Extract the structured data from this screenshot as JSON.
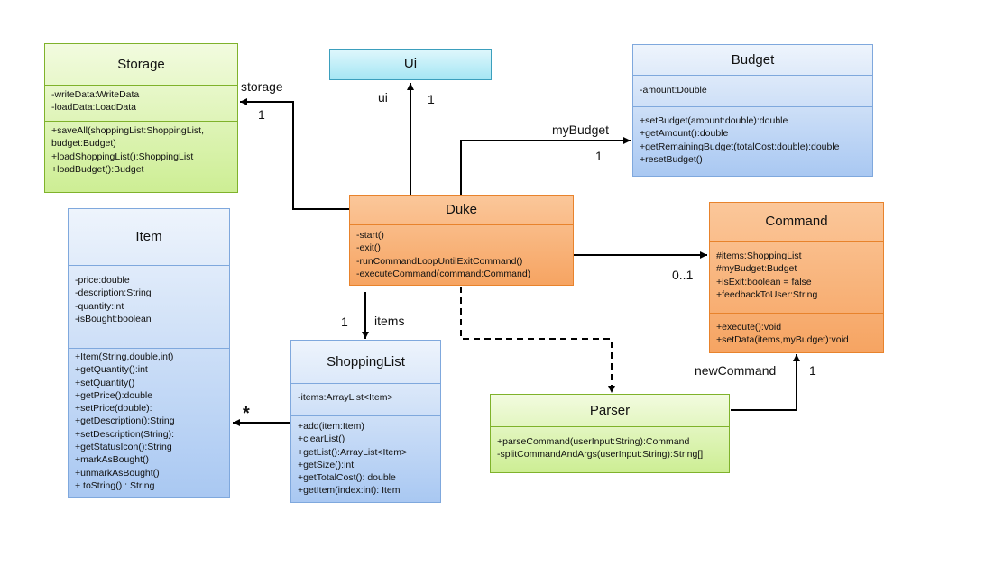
{
  "classes": {
    "storage": {
      "name": "Storage",
      "attributes": [
        "-writeData:WriteData",
        "-loadData:LoadData"
      ],
      "methods": [
        "+saveAll(shoppingList:ShoppingList,",
        "budget:Budget)",
        "+loadShoppingList():ShoppingList",
        "+loadBudget():Budget"
      ]
    },
    "ui": {
      "name": "Ui"
    },
    "budget": {
      "name": "Budget",
      "attributes": [
        "-amount:Double"
      ],
      "methods": [
        "+setBudget(amount:double):double",
        "+getAmount():double",
        "+getRemainingBudget(totalCost:double):double",
        "+resetBudget()"
      ]
    },
    "duke": {
      "name": "Duke",
      "methods": [
        "-start()",
        "-exit()",
        "-runCommandLoopUntilExitCommand()",
        "-executeCommand(command:Command)"
      ]
    },
    "command": {
      "name": "Command",
      "attributes": [
        "#items:ShoppingList",
        "#myBudget:Budget",
        "+isExit:boolean = false",
        "+feedbackToUser:String"
      ],
      "methods": [
        "+execute():void",
        "+setData(items,myBudget):void"
      ]
    },
    "item": {
      "name": "Item",
      "attributes": [
        "-price:double",
        "-description:String",
        "-quantity:int",
        "-isBought:boolean"
      ],
      "methods": [
        "+Item(String,double,int)",
        "+getQuantity():int",
        "+setQuantity()",
        "+getPrice():double",
        "+setPrice(double):",
        "+getDescription():String",
        "+setDescription(String):",
        "+getStatusIcon():String",
        "+markAsBought()",
        "+unmarkAsBought()",
        "+ toString() : String"
      ]
    },
    "shoppinglist": {
      "name": "ShoppingList",
      "attributes": [
        "-items:ArrayList<Item>"
      ],
      "methods": [
        "+add(item:Item)",
        "+clearList()",
        "+getList():ArrayList<Item>",
        "+getSize():int",
        "+getTotalCost(): double",
        "+getItem(index:int): Item"
      ]
    },
    "parser": {
      "name": "Parser",
      "methods": [
        "+parseCommand(userInput:String):Command",
        "-splitCommandAndArgs(userInput:String):String[]"
      ]
    }
  },
  "labels": {
    "storage_role": "storage",
    "storage_mult": "1",
    "ui_role": "ui",
    "ui_mult": "1",
    "budget_role": "myBudget",
    "budget_mult": "1",
    "command_mult": "0..1",
    "items_mult": "1",
    "items_role": "items",
    "item_mult": "*",
    "newcommand_role": "newCommand",
    "newcommand_mult": "1"
  },
  "colors": {
    "green": "#cdee94",
    "blue": "#a9c8f2",
    "orange": "#f6a462",
    "cyan": "#a5e6f4"
  }
}
